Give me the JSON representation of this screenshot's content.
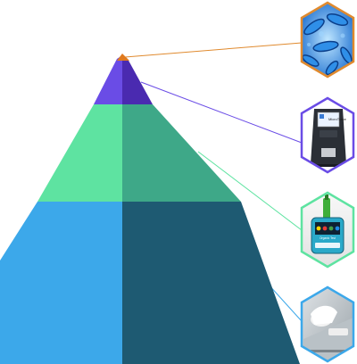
{
  "diagram": {
    "kind": "pyramid-with-hex-thumbnails",
    "pyramid_tiers": [
      {
        "name": "apex-tier",
        "light": "#6a4ce6",
        "dark": "#4a2ab0"
      },
      {
        "name": "middle-tier",
        "light": "#5ee3a1",
        "dark": "#3ea888"
      },
      {
        "name": "base-tier",
        "light": "#3ca8ea",
        "dark": "#1e5a72"
      }
    ],
    "apex_tip_color": "#e07a1e",
    "connector_colors": [
      "#e08a2e",
      "#6a4ce6",
      "#5ee3a1",
      "#3ca8ea"
    ],
    "thumbnails": [
      {
        "name": "microbes-thumbnail",
        "icon": "bacteria-icon",
        "border": "#e08a2e"
      },
      {
        "name": "analyzer-device-thumbnail",
        "icon": "atp-analyzer-icon",
        "border": "#6a4ce6",
        "screen_text": "MicroTrace"
      },
      {
        "name": "handheld-meter-thumbnail",
        "icon": "handheld-meter-icon",
        "border": "#5ee3a1",
        "screen_text": "Organic Test"
      },
      {
        "name": "surface-cleaning-thumbnail",
        "icon": "surface-swab-icon",
        "border": "#3ca8ea"
      }
    ]
  }
}
